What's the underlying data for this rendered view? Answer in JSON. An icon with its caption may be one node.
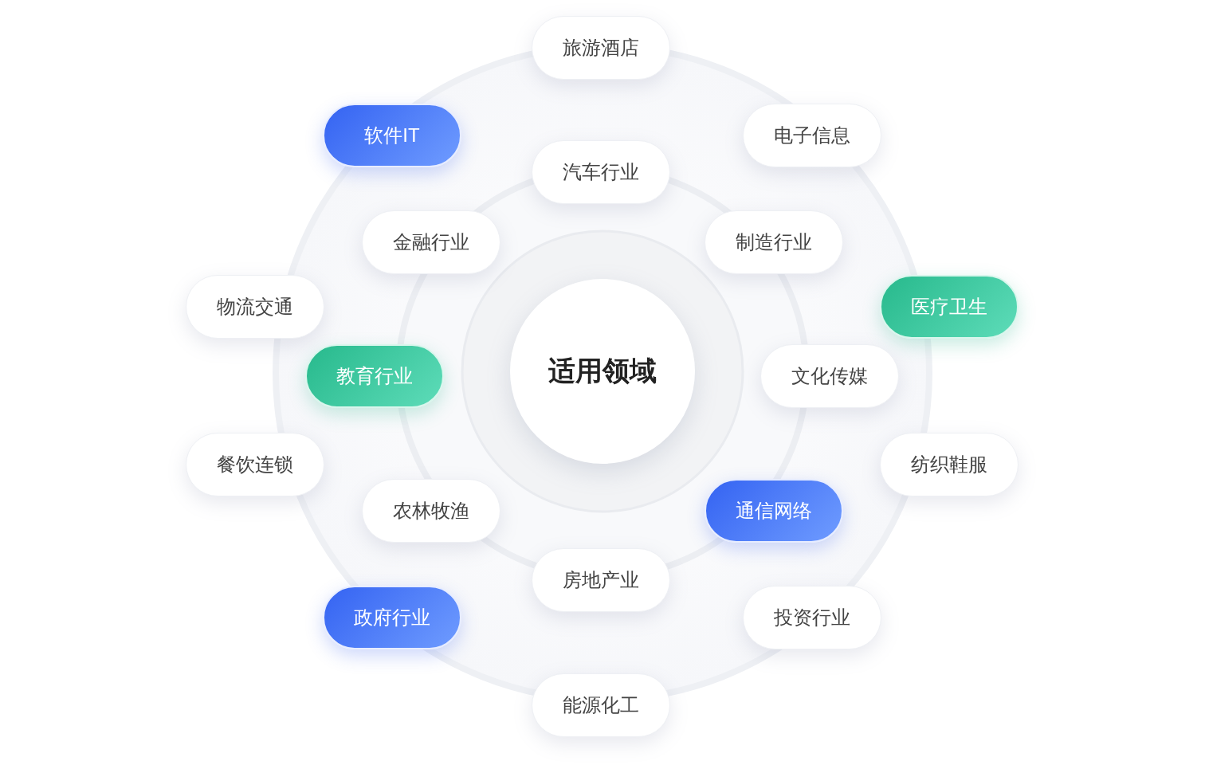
{
  "diagram": {
    "nodes": [
      {
        "text": [
          "旅游酒店"
        ]
      },
      {
        "text": [
          "软件IT"
        ]
      },
      {
        "text": [
          "电子信息"
        ]
      },
      {
        "text": [
          "汽车行业"
        ]
      },
      {
        "text": [
          "金融行业"
        ]
      },
      {
        "text": [
          "制造行业"
        ]
      },
      {
        "text": [
          "物流交通"
        ]
      },
      {
        "text": [
          "医疗卫生"
        ]
      },
      {
        "text": [
          "适用领域"
        ]
      },
      {
        "text": [
          "教育行业"
        ]
      },
      {
        "text": [
          "文化传媒"
        ]
      },
      {
        "text": [
          "餐饮连锁"
        ]
      },
      {
        "text": [
          "纺织鞋服"
        ]
      },
      {
        "text": [
          "农林牧渔"
        ]
      },
      {
        "text": [
          "通信网络"
        ]
      },
      {
        "text": [
          "房地产业"
        ]
      },
      {
        "text": [
          "政府行业"
        ]
      },
      {
        "text": [
          "投资行业"
        ]
      },
      {
        "text": [
          "能源化工"
        ]
      }
    ],
    "edges": []
  }
}
